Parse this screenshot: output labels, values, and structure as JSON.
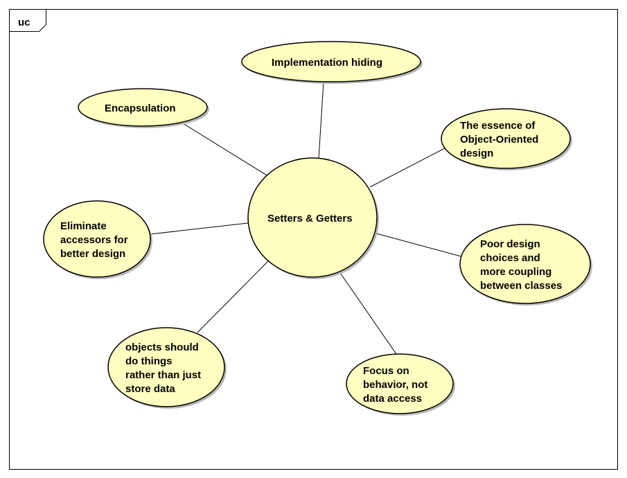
{
  "frame_tag": "uc",
  "center": {
    "id": "setters-getters",
    "lines": [
      "Setters & Getters"
    ]
  },
  "nodes": [
    {
      "id": "implementation-hiding",
      "lines": [
        "Implementation hiding"
      ]
    },
    {
      "id": "encapsulation",
      "lines": [
        "Encapsulation"
      ]
    },
    {
      "id": "essence-oo-design",
      "lines": [
        "The essence of",
        "Object-Oriented",
        "design"
      ]
    },
    {
      "id": "eliminate-accessors",
      "lines": [
        "Eliminate",
        "accessors for",
        "better design"
      ]
    },
    {
      "id": "poor-design-choices",
      "lines": [
        "Poor design",
        "choices and",
        "more coupling",
        "between classes"
      ]
    },
    {
      "id": "objects-should-do-things",
      "lines": [
        "objects should",
        "do things",
        "rather than just",
        "store data"
      ]
    },
    {
      "id": "focus-on-behavior",
      "lines": [
        "Focus on",
        "behavior, not",
        "data access"
      ]
    }
  ]
}
